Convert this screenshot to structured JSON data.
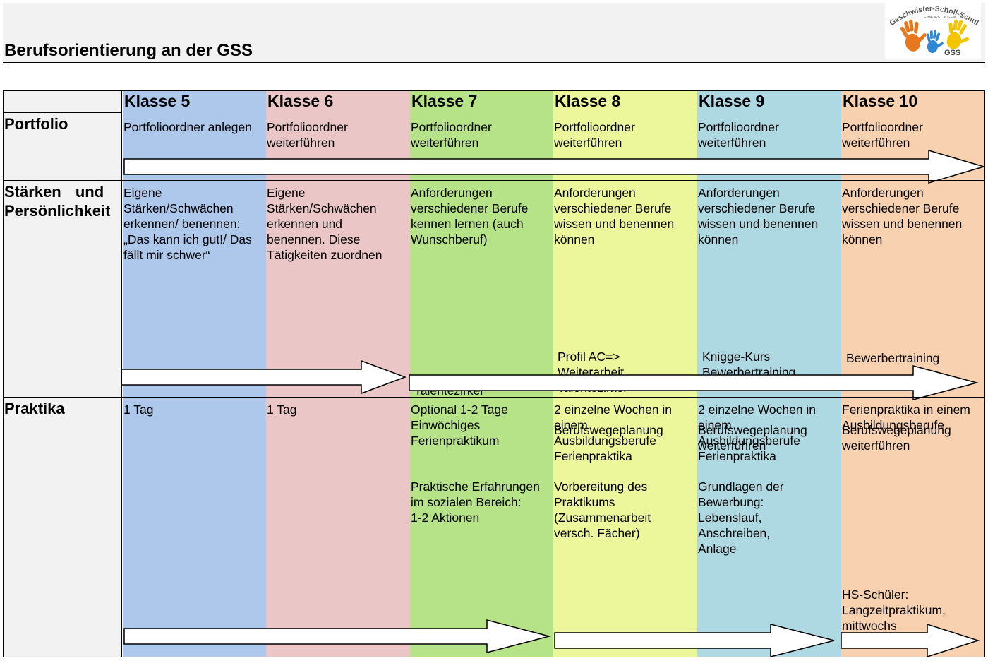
{
  "title": "Berufsorientierung an der GSS",
  "logo": {
    "arc_text": "Geschwister-Scholl-Schule",
    "sub_text": "LEIMEN-ST. ILGEN",
    "short": "GSS",
    "hand_colors": [
      "#e8781e",
      "#2e86d4",
      "#f2c500"
    ]
  },
  "columns": [
    {
      "label": "Klasse 5",
      "color": "#aec8ec"
    },
    {
      "label": "Klasse 6",
      "color": "#eac6c6"
    },
    {
      "label": "Klasse 7",
      "color": "#b6e288"
    },
    {
      "label": "Klasse 8",
      "color": "#ecf79c"
    },
    {
      "label": "Klasse 9",
      "color": "#aed8e2"
    },
    {
      "label": "Klasse 10",
      "color": "#f8d2b0"
    }
  ],
  "rows": [
    {
      "label": "Portfolio",
      "cells": [
        [
          "Portfolioordner anlegen"
        ],
        [
          "Portfolioordner\nweiterführen"
        ],
        [
          "Portfolioordner\nweiterführen"
        ],
        [
          "Portfolioordner\nweiterführen"
        ],
        [
          "Portfolioordner\nweiterführen"
        ],
        [
          "Portfolioordner\nweiterführen"
        ]
      ]
    },
    {
      "label": "Stärken und\nPersönlichkeit",
      "cells": [
        [
          "Eigene\nStärken/Schwächen\nerkennen/ benennen:\n„Das kann ich gut!/ Das\nfällt mir schwer“"
        ],
        [
          "Eigene\nStärken/Schwächen\nerkennen und\nbenennen. Diese\nTätigkeiten zuordnen"
        ],
        [
          "Anforderungen\nverschiedener Berufe\nkennen lernen (auch\nWunschberuf)",
          "Talentezirkel"
        ],
        [
          "Anforderungen\nverschiedener Berufe\nwissen und benennen\nkönnen",
          "Profil AC=>\nWeiterarbeit\nTalentezirkel",
          "Berufswegeplanung"
        ],
        [
          "Anforderungen\nverschiedener Berufe\nwissen und benennen\nkönnen",
          "Knigge-Kurs\nBewerbertraining",
          "Berufswegeplanung\nweiterführen"
        ],
        [
          "Anforderungen\nverschiedener Berufe\nwissen und benennen\nkönnen",
          "Bewerbertraining",
          "Berufswegeplanung\nweiterführen"
        ]
      ]
    },
    {
      "label": "Praktika",
      "cells": [
        [
          "1 Tag"
        ],
        [
          "1 Tag"
        ],
        [
          "Optional 1-2 Tage\nEinwöchiges\nFerienpraktikum",
          "Praktische Erfahrungen\nim sozialen Bereich:\n1-2 Aktionen"
        ],
        [
          "2 einzelne Wochen in\neinem\nAusbildungsberufe\nFerienpraktika",
          "Vorbereitung des\nPraktikums\n(Zusammenarbeit\nversch. Fächer)"
        ],
        [
          "2 einzelne Wochen in\neinem\nAusbildungsberufe\nFerienpraktika",
          "Grundlagen der\nBewerbung:\nLebenslauf,\nAnschreiben,\nAnlage"
        ],
        [
          "Ferienpraktika in einem\nAusbildungsberufe",
          "HS-Schüler:\nLangzeitpraktikum,\nmittwochs"
        ]
      ]
    }
  ]
}
